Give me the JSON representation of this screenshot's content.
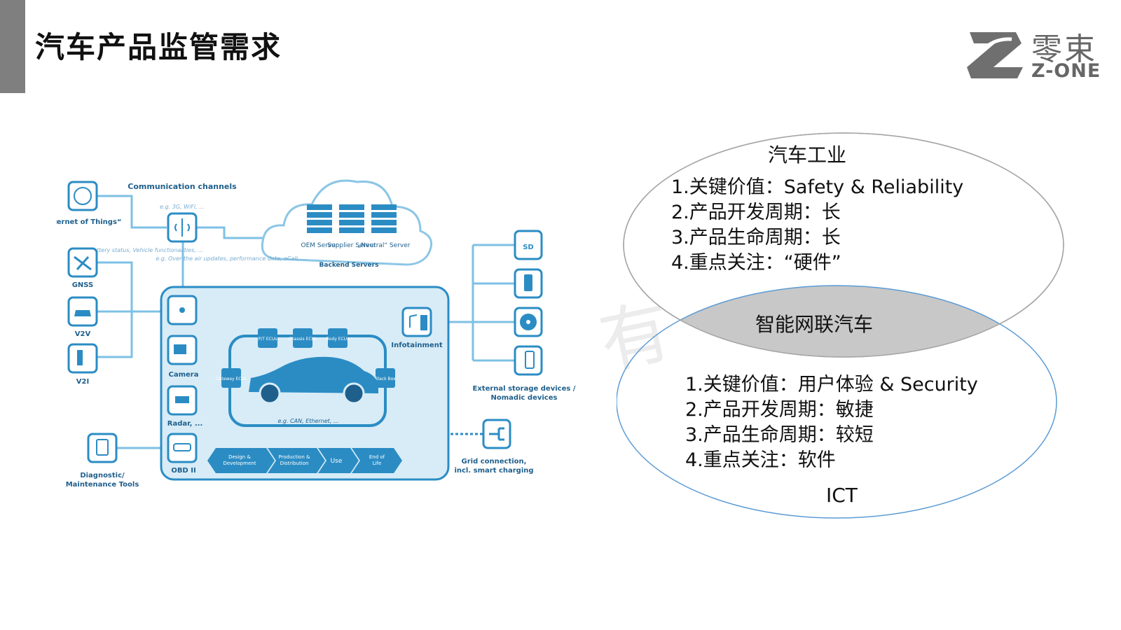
{
  "slide": {
    "title": "汽车产品监管需求"
  },
  "logo": {
    "cn": "零束",
    "en": "Z-ONE"
  },
  "watermark": {
    "text": "有"
  },
  "diagram": {
    "comm_channels": "Communication channels",
    "comm_channels_eg": "e.g. 3G, WiFi, ...",
    "iot": "„Internet of Things“",
    "iot_eg": "e.g. Battery status, Vehicle functionalities, ...",
    "ota_eg": "e.g. Over the air updates, performance data, eCall, ...",
    "oem_server": "OEM Server",
    "supplier_server": "Supplier Server",
    "neutral_server": "„Neutral“ Server",
    "backend_servers": "Backend Servers",
    "gnss": "GNSS",
    "v2v": "V2V",
    "v2i": "V2I",
    "camera": "Camera",
    "radar": "Radar, ...",
    "obd": "OBD II",
    "diagnostic": "Diagnostic/ Maintenance Tools",
    "infotainment": "Infotainment",
    "ecu_pt": "P/T ECUs",
    "ecu_chassis": "Chassis ECUs",
    "ecu_body": "Body ECUs",
    "ecu_gateway": "Gateway ECUs",
    "black_box": "Black Box",
    "bus_eg": "e.g. CAN, Ethernet, ...",
    "lifecycle": [
      "Design & Development",
      "Production & Distribution",
      "Use",
      "End of Life"
    ],
    "external_storage": "External storage devices / Nomadic devices",
    "grid": "Grid connection, incl. smart charging",
    "sd": "SD",
    "accent_color": "#2b8cc4",
    "fill_color": "#d7ecf7"
  },
  "venn": {
    "top_title": "汽车工业",
    "top_items": [
      "1.关键价值：Safety & Reliability",
      "2.产品开发周期：长",
      "3.产品生命周期：长",
      "4.重点关注：“硬件”"
    ],
    "center": "智能网联汽车",
    "bottom_items": [
      "1.关键价值：用户体验 & Security",
      "2.产品开发周期：敏捷",
      "3.产品生命周期：较短",
      "4.重点关注：软件"
    ],
    "bottom_title": "ICT",
    "top_color": "#a6a6a6",
    "bottom_color": "#5b9bd5",
    "overlap_color": "#c8c8c8"
  }
}
